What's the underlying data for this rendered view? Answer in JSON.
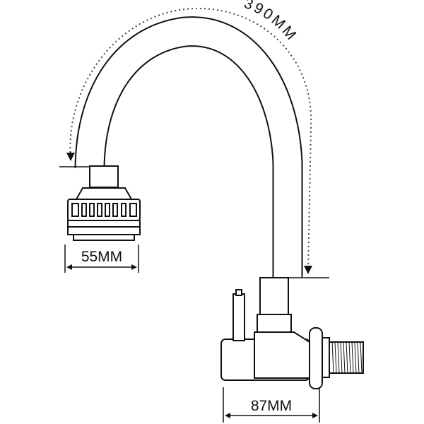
{
  "dimensions": {
    "hose_length": "390MM",
    "aerator_diameter": "55MM",
    "body_length": "87MM"
  },
  "colors": {
    "line": "#111111",
    "fill": "#ffffff",
    "dotted": "#444444"
  }
}
